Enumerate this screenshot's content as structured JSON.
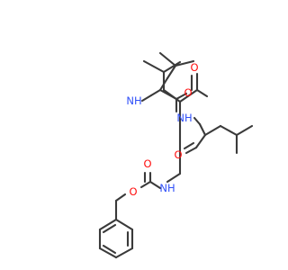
{
  "atoms": [
    {
      "id": "o_ester",
      "label": "O",
      "color": "#ff0d0d"
    },
    {
      "id": "o_carbamate",
      "label": "O",
      "color": "#ff0d0d"
    },
    {
      "id": "n_carbamate",
      "label": "NH",
      "color": "#3050f8"
    },
    {
      "id": "o_amide1",
      "label": "O",
      "color": "#ff0d0d"
    },
    {
      "id": "n_amide1",
      "label": "NH",
      "color": "#3050f8"
    },
    {
      "id": "o_amide2",
      "label": "O",
      "color": "#ff0d0d"
    },
    {
      "id": "n_amide2",
      "label": "NH",
      "color": "#3050f8"
    },
    {
      "id": "o_aldehyde",
      "label": "O",
      "color": "#ff0d0d"
    }
  ],
  "colors": {
    "bond": "#3a3a3a",
    "oxygen": "#ff0d0d",
    "nitrogen": "#3050f8",
    "background": "#ffffff"
  }
}
